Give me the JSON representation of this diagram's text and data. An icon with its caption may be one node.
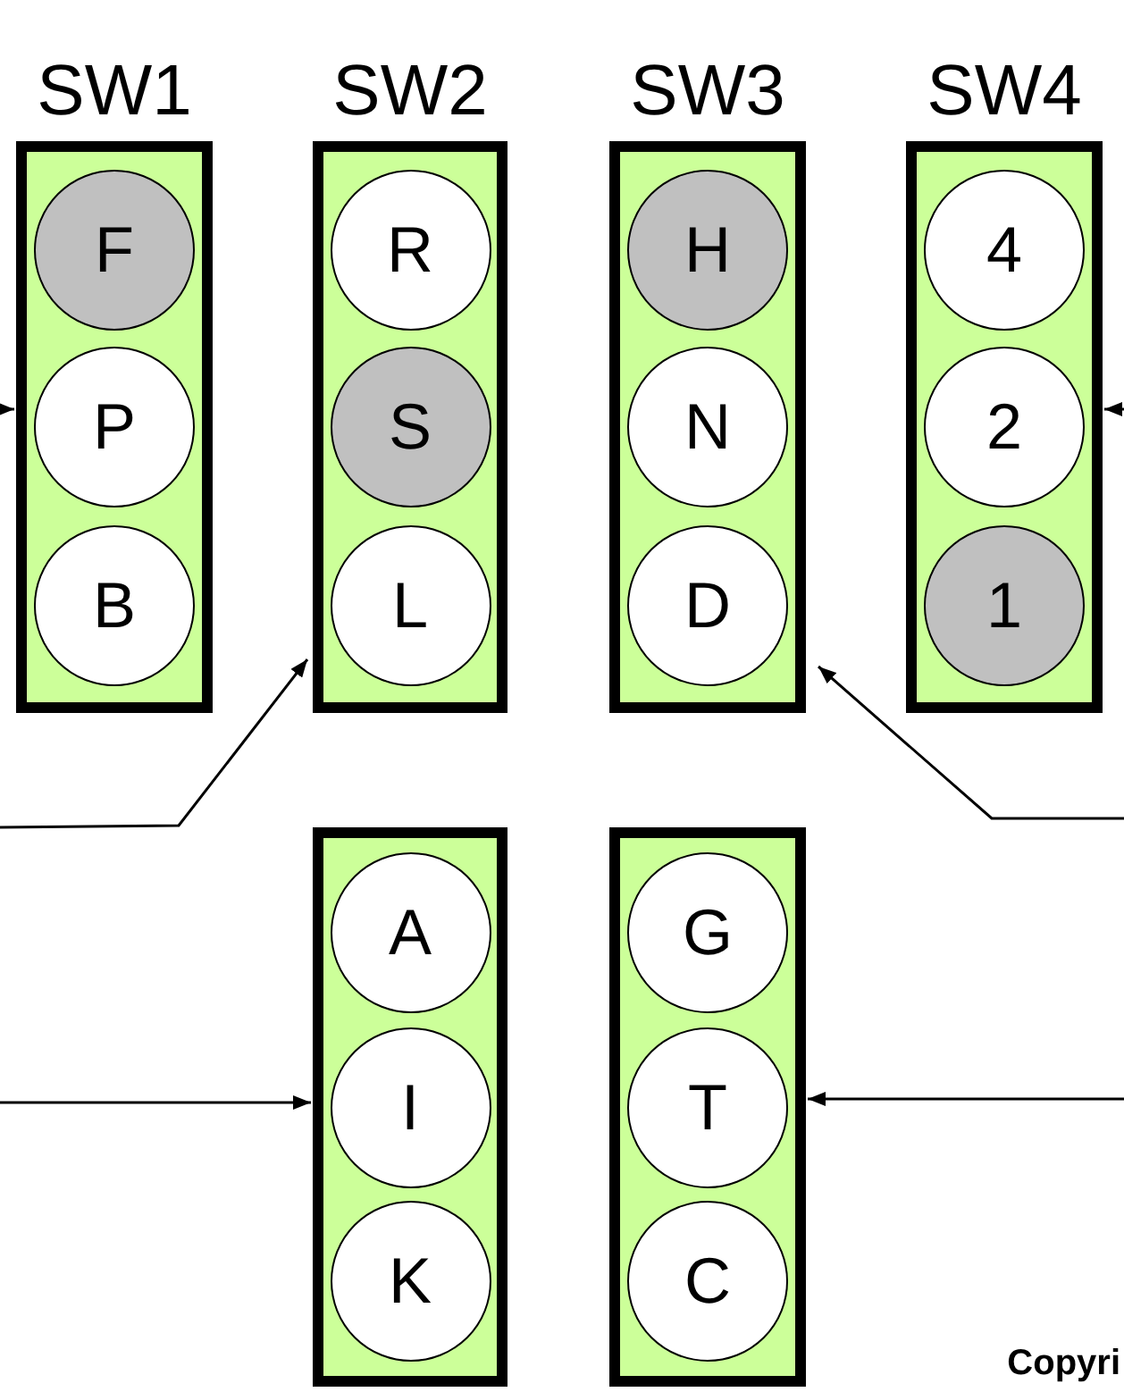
{
  "diagram": {
    "nodes": [
      {
        "text": [
          "SW1"
        ]
      },
      {
        "text": [
          "F"
        ],
        "in": 0
      },
      {
        "text": [
          "P"
        ],
        "in": 0
      },
      {
        "text": [
          "B"
        ],
        "in": 0
      },
      {
        "text": [
          "SW2"
        ]
      },
      {
        "text": [
          "R"
        ],
        "in": 4
      },
      {
        "text": [
          "S"
        ],
        "in": 4
      },
      {
        "text": [
          "L"
        ],
        "in": 4
      },
      {
        "text": [
          "SW3"
        ]
      },
      {
        "text": [
          "H"
        ],
        "in": 8
      },
      {
        "text": [
          "N"
        ],
        "in": 8
      },
      {
        "text": [
          "D"
        ],
        "in": 8
      },
      {
        "text": [
          "SW4"
        ]
      },
      {
        "text": [
          "4"
        ],
        "in": 12
      },
      {
        "text": [
          "2"
        ],
        "in": 12
      },
      {
        "text": [
          "1"
        ],
        "in": 12
      },
      {
        "text": [],
        "shape": "box"
      },
      {
        "text": [
          "A"
        ],
        "in": 16
      },
      {
        "text": [
          "I"
        ],
        "in": 16
      },
      {
        "text": [
          "K"
        ],
        "in": 16
      },
      {
        "text": [],
        "shape": "box"
      },
      {
        "text": [
          "G"
        ],
        "in": 20
      },
      {
        "text": [
          "T"
        ],
        "in": 20
      },
      {
        "text": [
          "C"
        ],
        "in": 20
      }
    ],
    "edges": [
      {
        "from": null,
        "to": 0,
        "arrow": "to"
      },
      {
        "from": null,
        "to": 12,
        "arrow": "to"
      },
      {
        "from": null,
        "to": 4,
        "arrow": "to"
      },
      {
        "from": null,
        "to": 8,
        "arrow": "to"
      },
      {
        "from": null,
        "to": 16,
        "arrow": "to"
      },
      {
        "from": null,
        "to": 20,
        "arrow": "to"
      }
    ],
    "labels": [
      "Copyri"
    ]
  }
}
